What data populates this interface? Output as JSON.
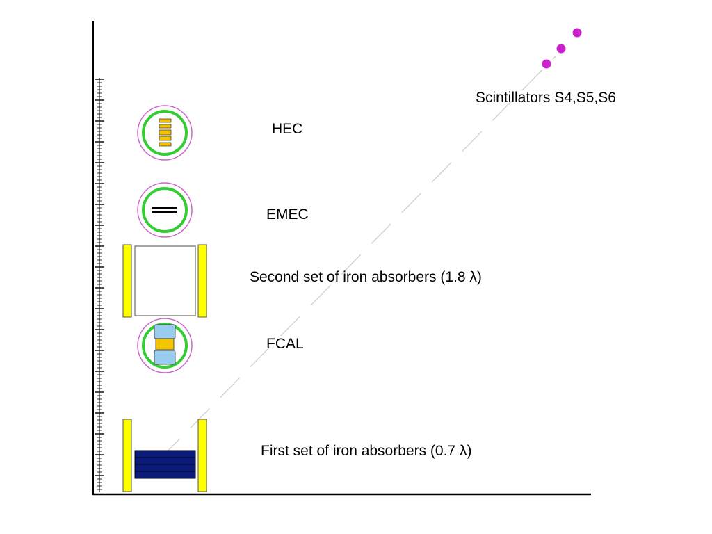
{
  "labels": {
    "scintillators": "Scintillators S4,S5,S6",
    "hec": "HEC",
    "emec": "EMEC",
    "second_absorbers": "Second set of iron absorbers (1.8 λ)",
    "fcal": "FCAL",
    "first_absorbers": "First set of iron absorbers (0.7 λ)"
  },
  "colors": {
    "absorber_plate": "#ffff00",
    "cryostat_outer": "#cc66cc",
    "cryostat_inner": "#33cc33",
    "hec_module": "#f5c400",
    "fcal_module_blue": "#99ccee",
    "fcal_module_yellow": "#f5c400",
    "first_absorber_block": "#0a1a7a",
    "scintillator": "#cc22cc",
    "beam_line": "#d4d4d4"
  }
}
